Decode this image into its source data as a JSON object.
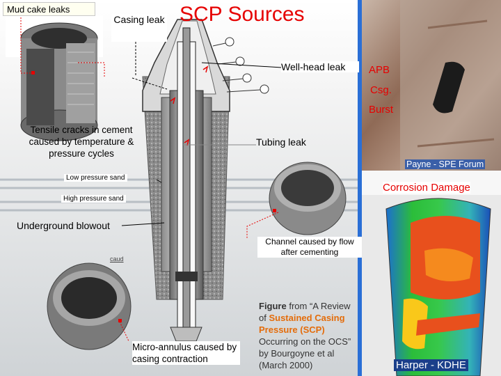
{
  "title": "SCP Sources",
  "labels": {
    "mud_cake": "Mud cake leaks",
    "casing_leak": "Casing leak",
    "wellhead_leak": "Well-head leak",
    "apb": "APB",
    "csg": "Csg.",
    "burst": "Burst",
    "tensile": "Tensile cracks in cement caused by temperature & pressure cycles",
    "tubing_leak": "Tubing leak",
    "low_pressure": "Low pressure sand",
    "high_pressure": "High pressure sand",
    "underground_blowout": "Underground blowout",
    "corrosion": "Corrosion Damage",
    "payne": "Payne - SPE Forum",
    "channel": "Channel caused by flow after cementing",
    "micro_annulus": "Micro-annulus caused by casing contraction",
    "harper": "Harper - KDHE",
    "small_tag": "caud"
  },
  "figure_caption": {
    "bold": "Figure",
    "from": " from “A Review of ",
    "highlight": "Sustained Casing Pressure (SCP)",
    "rest": " Occurring on the OCS” by Bourgoyne et al (March 2000)"
  },
  "colors": {
    "title_red": "#e60000",
    "label_red": "#ff2020",
    "highlight_orange": "#e46c0a",
    "divider_blue": "#2a6fd6"
  }
}
